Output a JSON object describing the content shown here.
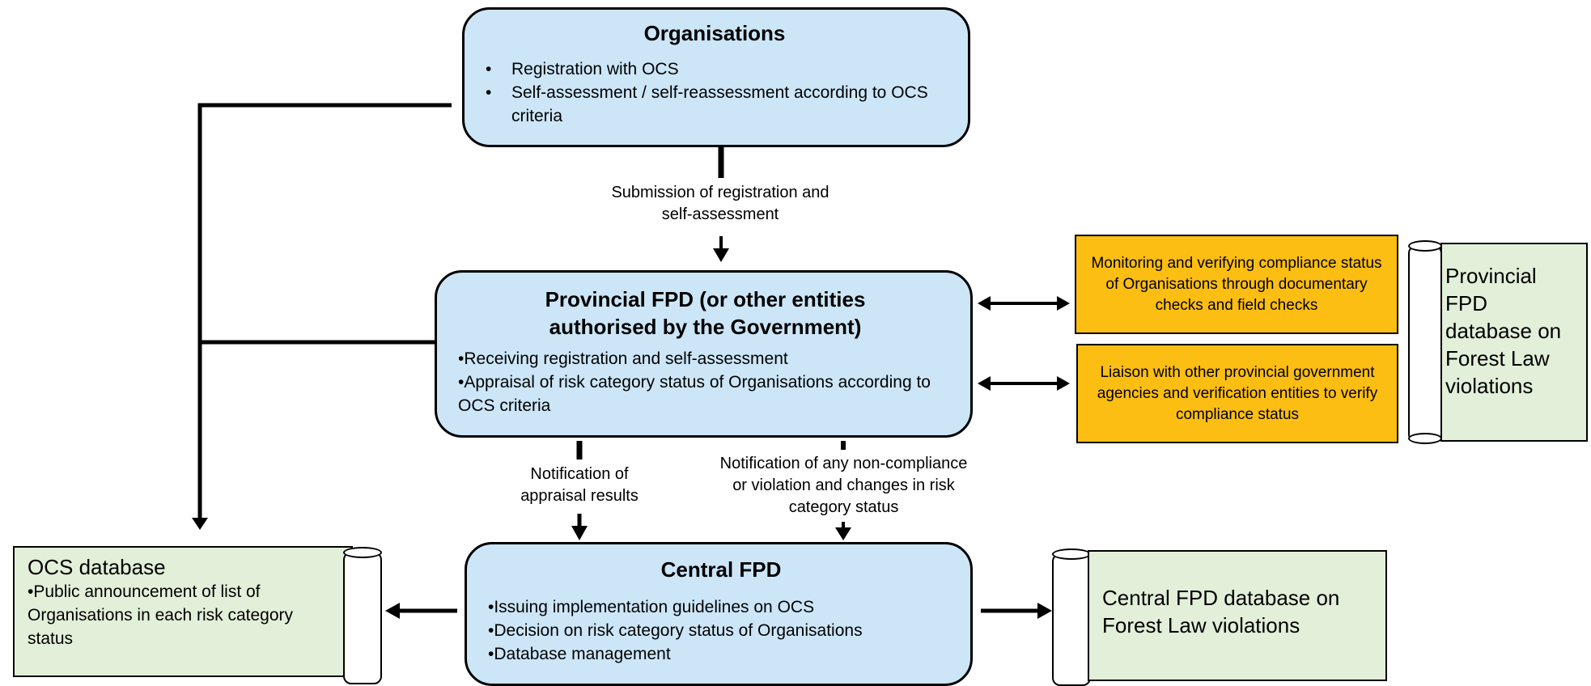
{
  "organisations": {
    "title": "Organisations",
    "items": [
      "Registration with OCS",
      "Self-assessment / self-reassessment according to OCS criteria"
    ]
  },
  "submission_label": "Submission of registration and self-assessment",
  "provincial": {
    "title": "Provincial FPD (or other entities authorised by the Government)",
    "items": [
      "•Receiving registration and self-assessment",
      "•Appraisal of risk category status of Organisations according to OCS criteria"
    ]
  },
  "monitoring": "Monitoring and verifying compliance status of Organisations through documentary checks and field checks",
  "liaison": "Liaison with other provincial government agencies and verification entities to verify compliance status",
  "provincial_db": "Provincial FPD database on Forest Law violations",
  "notify_appraisal": "Notification of appraisal results",
  "notify_noncompliance": "Notification of any non-compliance or violation and changes in risk category status",
  "central": {
    "title": "Central FPD",
    "items": [
      "•Issuing implementation guidelines on OCS",
      "•Decision on risk category status of Organisations",
      "•Database management"
    ]
  },
  "ocs_db": {
    "title": "OCS database",
    "text": "•Public announcement of list of Organisations in each risk category status"
  },
  "central_db": "Central FPD database on Forest Law violations"
}
